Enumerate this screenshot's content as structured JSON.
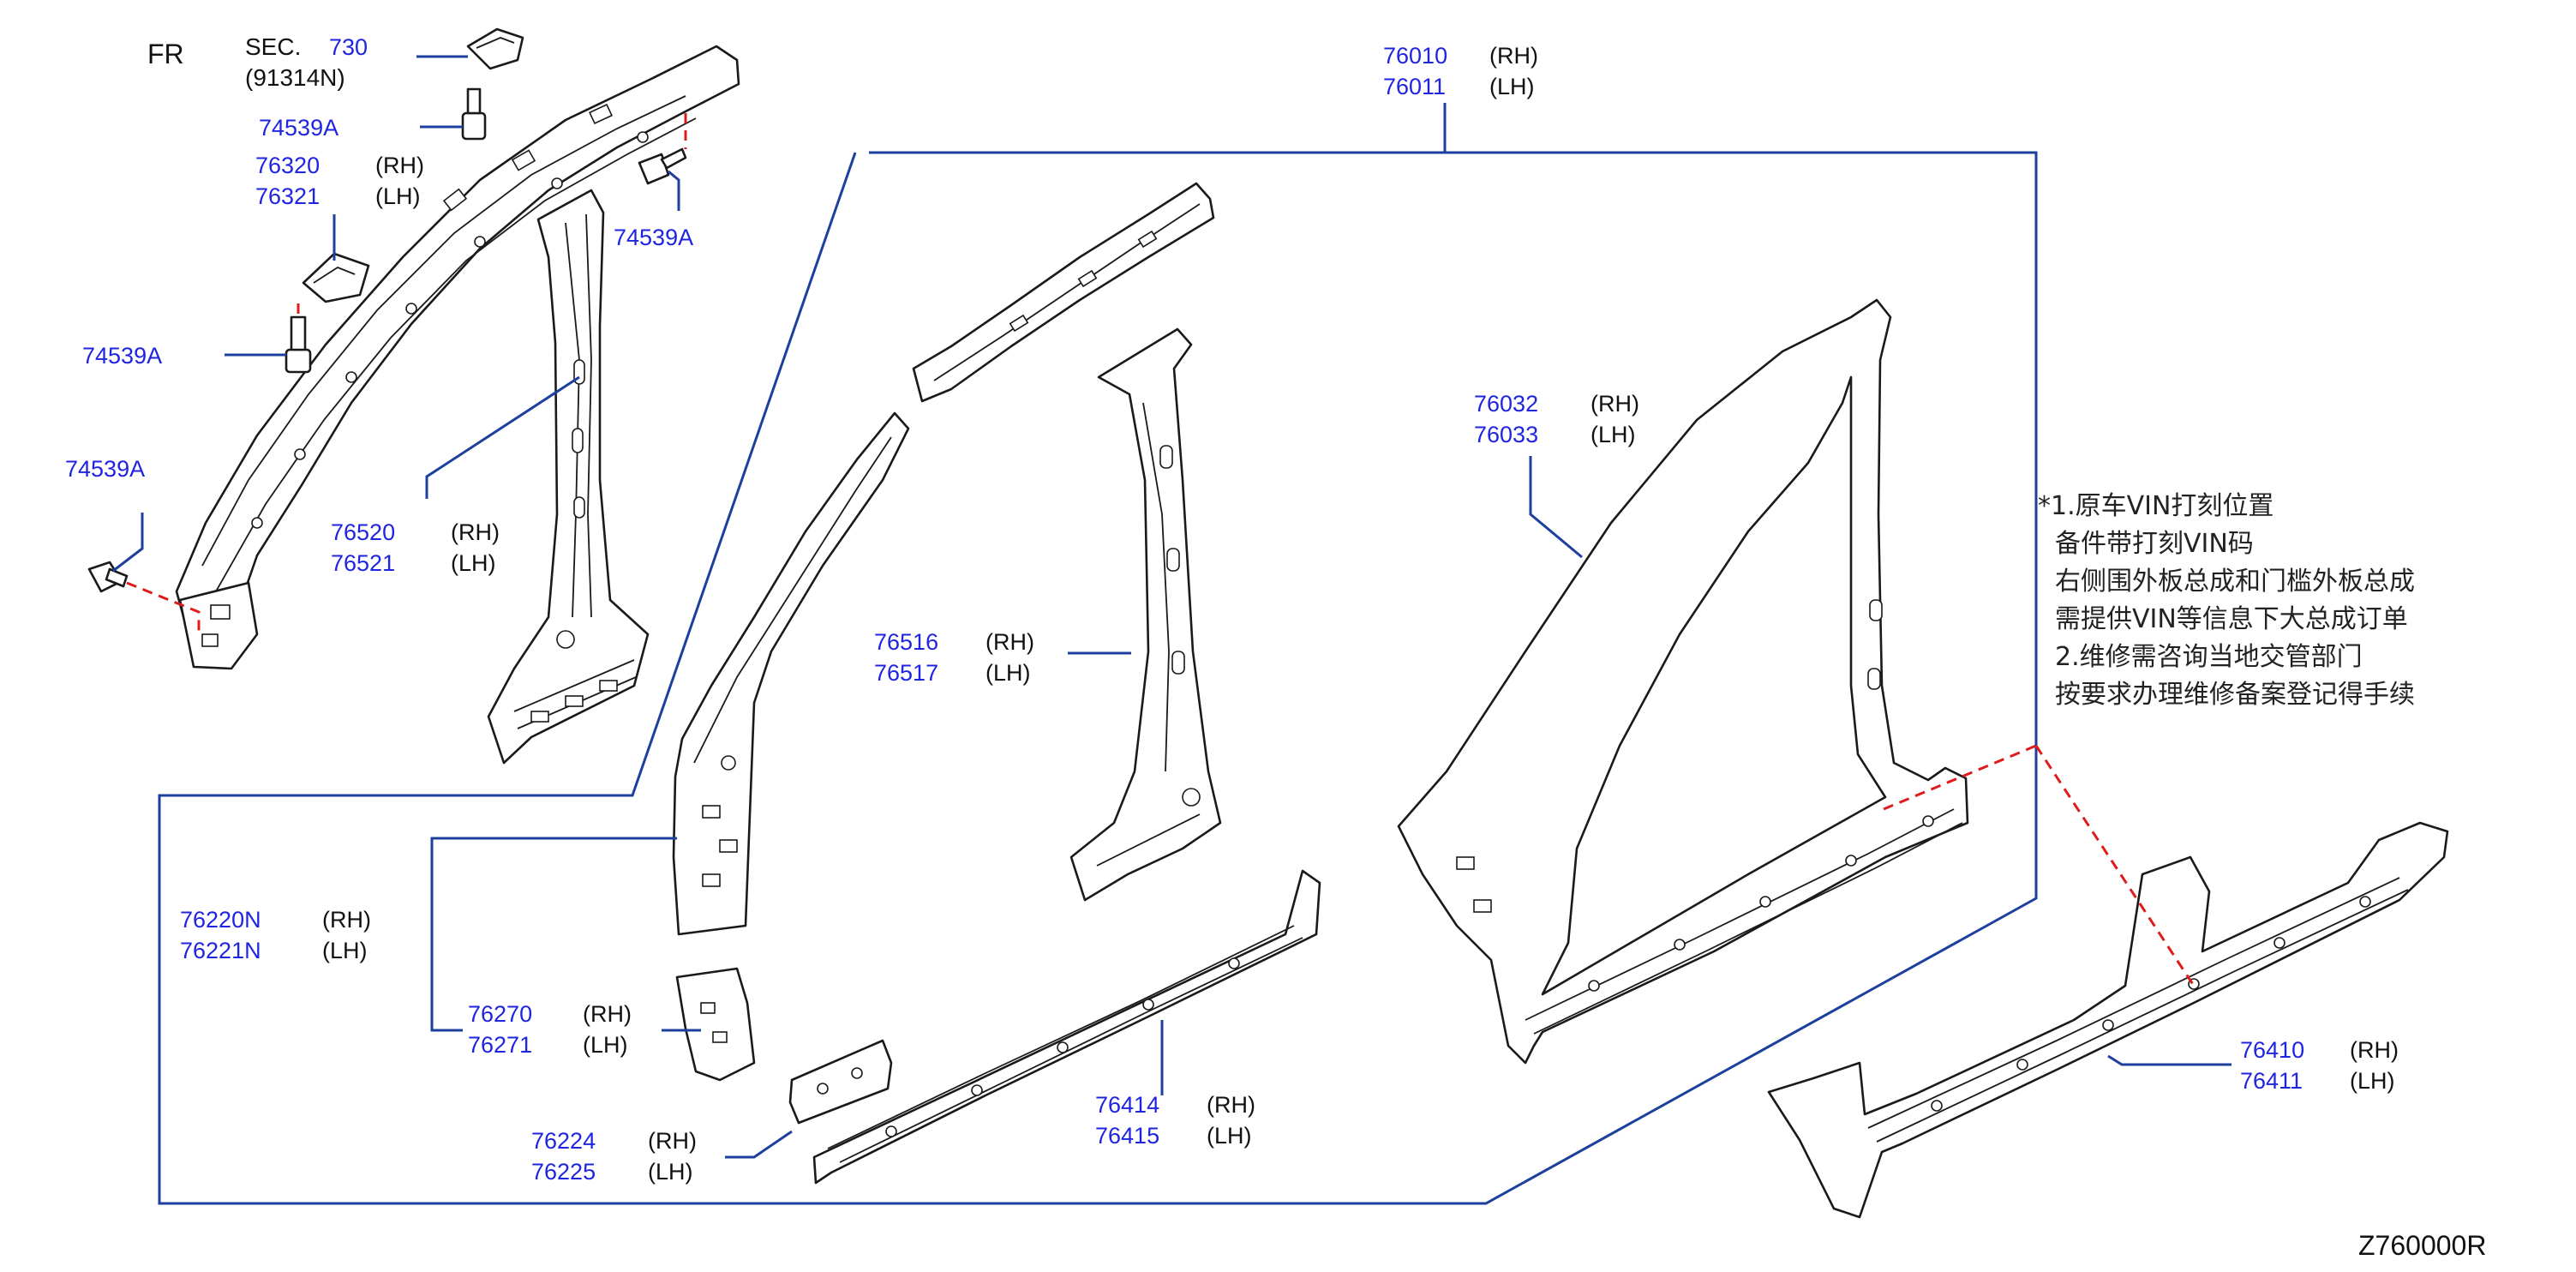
{
  "header": {
    "fr_label": "FR"
  },
  "sec_ref": {
    "sec_label": "SEC.",
    "sec_number": "730",
    "sub_number": "(91314N)"
  },
  "callouts": [
    {
      "id": "c-74539a-top",
      "parts": [
        {
          "number": "74539A",
          "side": ""
        }
      ]
    },
    {
      "id": "c-76320",
      "parts": [
        {
          "number": "76320",
          "side": "(RH)"
        },
        {
          "number": "76321",
          "side": "(LH)"
        }
      ]
    },
    {
      "id": "c-74539a-right",
      "parts": [
        {
          "number": "74539A",
          "side": ""
        }
      ]
    },
    {
      "id": "c-74539a-mid",
      "parts": [
        {
          "number": "74539A",
          "side": ""
        }
      ]
    },
    {
      "id": "c-74539a-low",
      "parts": [
        {
          "number": "74539A",
          "side": ""
        }
      ]
    },
    {
      "id": "c-76520",
      "parts": [
        {
          "number": "76520",
          "side": "(RH)"
        },
        {
          "number": "76521",
          "side": "(LH)"
        }
      ]
    },
    {
      "id": "c-76010",
      "parts": [
        {
          "number": "76010",
          "side": "(RH)"
        },
        {
          "number": "76011",
          "side": "(LH)"
        }
      ]
    },
    {
      "id": "c-76032",
      "parts": [
        {
          "number": "76032",
          "side": "(RH)"
        },
        {
          "number": "76033",
          "side": "(LH)"
        }
      ]
    },
    {
      "id": "c-76516",
      "parts": [
        {
          "number": "76516",
          "side": "(RH)"
        },
        {
          "number": "76517",
          "side": "(LH)"
        }
      ]
    },
    {
      "id": "c-76220n",
      "parts": [
        {
          "number": "76220N",
          "side": "(RH)"
        },
        {
          "number": "76221N",
          "side": "(LH)"
        }
      ]
    },
    {
      "id": "c-76270",
      "parts": [
        {
          "number": "76270",
          "side": "(RH)"
        },
        {
          "number": "76271",
          "side": "(LH)"
        }
      ]
    },
    {
      "id": "c-76224",
      "parts": [
        {
          "number": "76224",
          "side": "(RH)"
        },
        {
          "number": "76225",
          "side": "(LH)"
        }
      ]
    },
    {
      "id": "c-76414",
      "parts": [
        {
          "number": "76414",
          "side": "(RH)"
        },
        {
          "number": "76415",
          "side": "(LH)"
        }
      ]
    },
    {
      "id": "c-76410",
      "parts": [
        {
          "number": "76410",
          "side": "(RH)"
        },
        {
          "number": "76411",
          "side": "(LH)"
        }
      ]
    }
  ],
  "note": {
    "lines": [
      "*1.原车VIN打刻位置",
      "备件带打刻VIN码",
      "右侧围外板总成和门槛外板总成",
      "需提供VIN等信息下大总成订单",
      "2.维修需咨询当地交管部门",
      "按要求办理维修备案登记得手续"
    ]
  },
  "footer": {
    "diagram_code": "Z760000R"
  },
  "colors": {
    "part_number": "#1f24e0",
    "leader_line": "#1d3f9e",
    "cut_line": "#e01b1b",
    "outline": "#1a1a1a"
  }
}
